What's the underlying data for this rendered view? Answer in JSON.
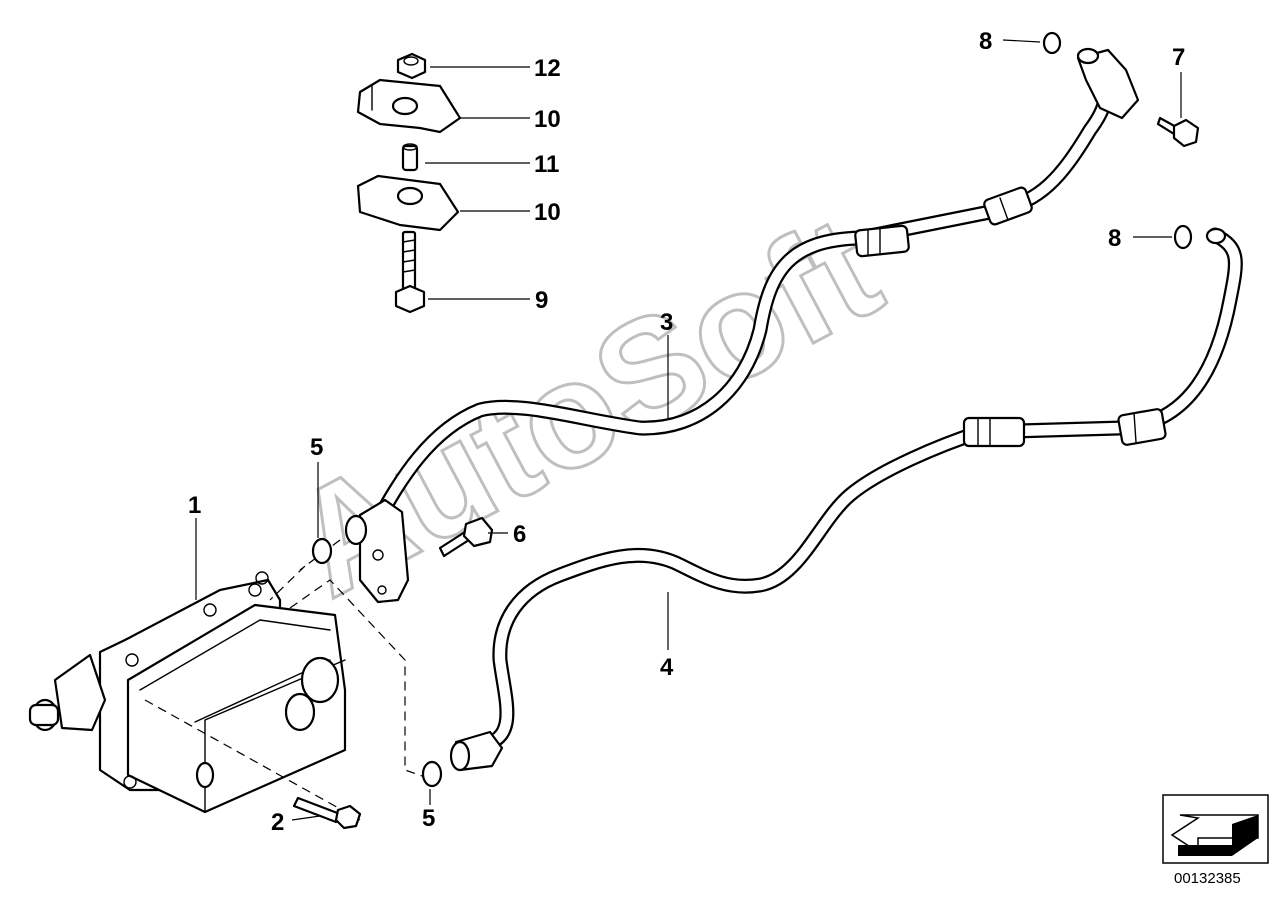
{
  "diagram": {
    "callouts": [
      {
        "id": "c12",
        "label": "12"
      },
      {
        "id": "c10a",
        "label": "10"
      },
      {
        "id": "c11",
        "label": "11"
      },
      {
        "id": "c10b",
        "label": "10"
      },
      {
        "id": "c9",
        "label": "9"
      },
      {
        "id": "c8a",
        "label": "8"
      },
      {
        "id": "c7",
        "label": "7"
      },
      {
        "id": "c8b",
        "label": "8"
      },
      {
        "id": "c3",
        "label": "3"
      },
      {
        "id": "c5a",
        "label": "5"
      },
      {
        "id": "c6",
        "label": "6"
      },
      {
        "id": "c1",
        "label": "1"
      },
      {
        "id": "c4",
        "label": "4"
      },
      {
        "id": "c2",
        "label": "2"
      },
      {
        "id": "c5b",
        "label": "5"
      }
    ],
    "watermark": "AutoSoft",
    "image_number": "00132385",
    "direction_icon": "arrow-direction-icon"
  }
}
